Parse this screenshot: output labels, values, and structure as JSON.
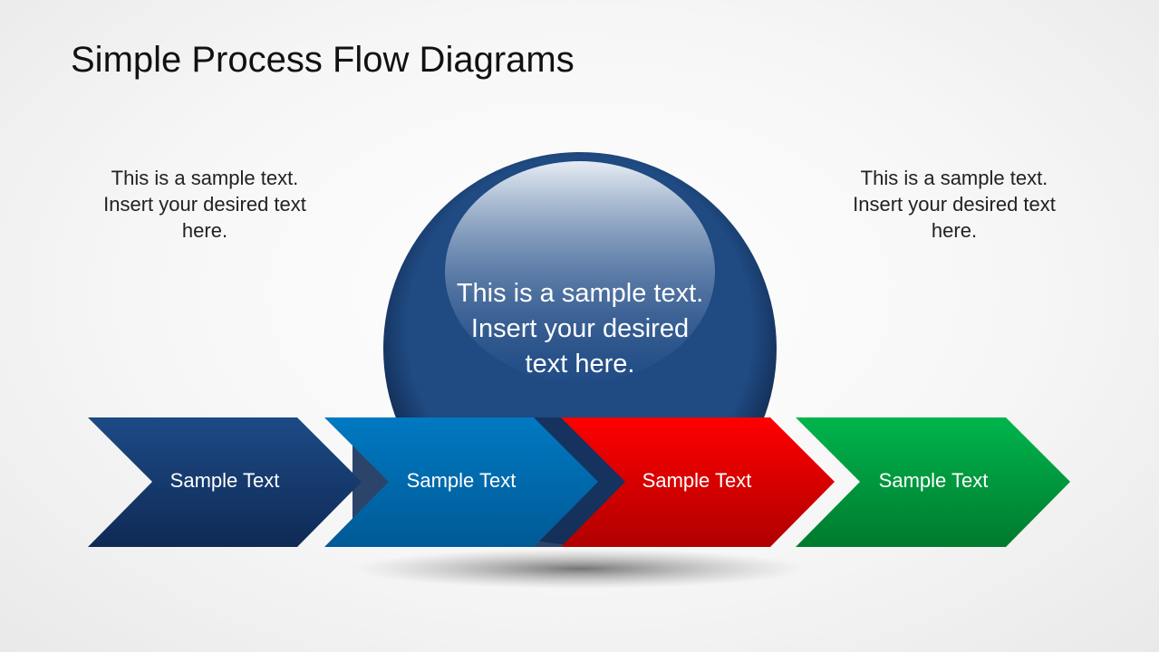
{
  "title": "Simple Process Flow Diagrams",
  "left_text": [
    "This is a sample text.",
    "Insert your desired text",
    "here."
  ],
  "right_text": [
    "This is a sample text.",
    "Insert your desired text",
    "here."
  ],
  "center_text": [
    "This is a sample text.",
    "Insert your desired",
    "text here."
  ],
  "steps": [
    {
      "label": "Sample Text",
      "color_top": "#1d4a86",
      "color_bottom": "#0f2a55"
    },
    {
      "label": "Sample Text",
      "color_top": "#0079c2",
      "color_bottom": "#005a96"
    },
    {
      "label": "Sample Text",
      "color_top": "#ff0000",
      "color_bottom": "#b00000"
    },
    {
      "label": "Sample Text",
      "color_top": "#00b54c",
      "color_bottom": "#007a2e"
    }
  ],
  "sphere_color": "#1f4a82"
}
